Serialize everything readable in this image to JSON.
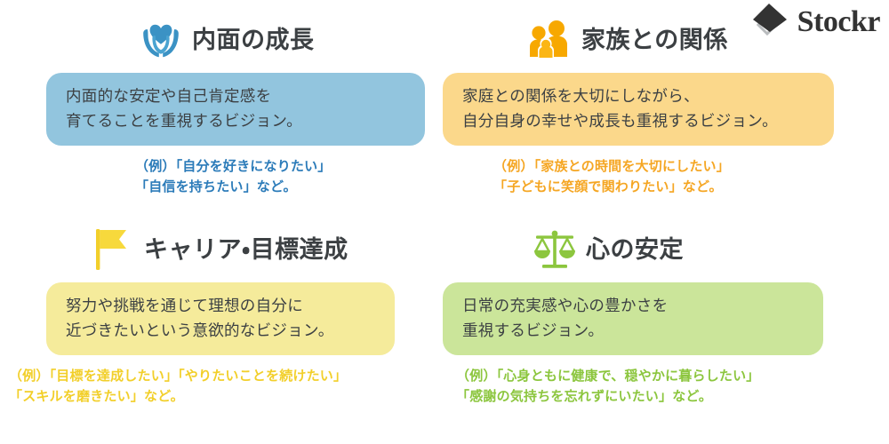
{
  "logo": {
    "name": "Stockr",
    "mark_icon": "diamond-logo-icon"
  },
  "colors": {
    "blue_box": "#92c5de",
    "blue_text": "#2b7bb9",
    "orange_box": "#fbd88b",
    "orange_text": "#f5a623",
    "yellow_box": "#f5eb9b",
    "yellow_text": "#f2cf2a",
    "green_box": "#cbe59a",
    "green_text": "#8cc63e",
    "heading_text": "#3c4043",
    "body_text": "#3c4043",
    "background": "#ffffff"
  },
  "sections": [
    {
      "id": "inner-growth",
      "icon": "heart-in-hands-icon",
      "title": "内面の成長",
      "description_lines": [
        "内面的な安定や自己肯定感を",
        "育てることを重視するビジョン。"
      ],
      "example_lines": [
        "（例）「自分を好きになりたい」",
        "「自信を持ちたい」など。"
      ]
    },
    {
      "id": "family-relations",
      "icon": "family-icon",
      "title": "家族との関係",
      "description_lines": [
        "家庭との関係を大切にしながら、",
        "自分自身の幸せや成長も重視するビジョン。"
      ],
      "example_lines": [
        "（例）「家族との時間を大切にしたい」",
        "「子どもに笑顔で関わりたい」など。"
      ]
    },
    {
      "id": "career-goals",
      "icon": "flag-icon",
      "title": "キャリア・目標達成",
      "description_lines": [
        "努力や挑戦を通じて理想の自分に",
        "近づきたいという意欲的なビジョン。"
      ],
      "example_lines": [
        "（例）「目標を達成したい」「やりたいことを続けたい」",
        "「スキルを磨きたい」など。"
      ]
    },
    {
      "id": "peace-of-mind",
      "icon": "balance-scales-icon",
      "title": "心の安定",
      "description_lines": [
        "日常の充実感や心の豊かさを",
        "重視するビジョン。"
      ],
      "example_lines": [
        "（例）「心身ともに健康で、穏やかに暮らしたい」",
        "「感謝の気持ちを忘れずにいたい」など。"
      ]
    }
  ]
}
